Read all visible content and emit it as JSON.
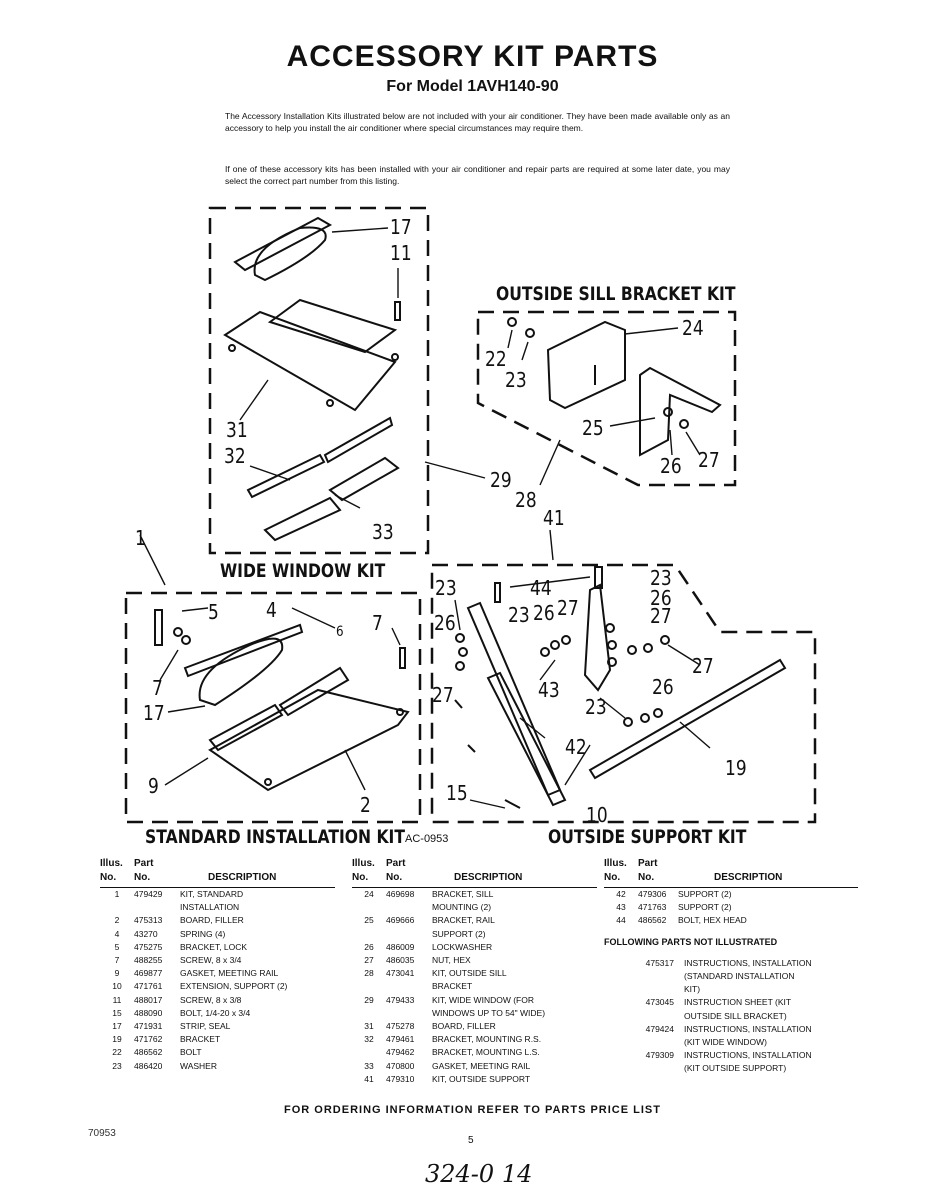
{
  "header": {
    "title": "ACCESSORY KIT PARTS",
    "subtitle": "For Model 1AVH140-90"
  },
  "intro": {
    "para1": "The Accessory Installation Kits illustrated below are not included with your air conditioner. They have been made available only as an accessory to help you install the air conditioner where special circumstances may require them.",
    "para2": "If one of these accessory kits has been installed with your air conditioner and repair parts are required at some later date, you may select the correct part number from this listing."
  },
  "diagram": {
    "labels": {
      "outside_sill": "OUTSIDE SILL BRACKET KIT",
      "wide_window": "WIDE WINDOW KIT",
      "standard": "STANDARD INSTALLATION KIT",
      "outside_support": "OUTSIDE SUPPORT KIT",
      "code": "AC-0953"
    },
    "callouts": [
      "17",
      "11",
      "31",
      "32",
      "33",
      "29",
      "28",
      "41",
      "1",
      "24",
      "22",
      "23",
      "25",
      "26",
      "27",
      "5",
      "4",
      "6",
      "7",
      "7",
      "17",
      "9",
      "2",
      "23",
      "44",
      "23",
      "26",
      "27",
      "26",
      "23",
      "26",
      "27",
      "27",
      "27",
      "26",
      "43",
      "23",
      "42",
      "15",
      "10",
      "19"
    ]
  },
  "columns": [
    {
      "headers": {
        "illus": "Illus.",
        "part": "Part",
        "no1": "No.",
        "no2": "No.",
        "desc": "DESCRIPTION"
      },
      "rows": [
        [
          "1",
          "479429",
          "KIT, STANDARD"
        ],
        [
          "",
          "",
          "INSTALLATION"
        ],
        [
          "2",
          "475313",
          "BOARD, FILLER"
        ],
        [
          "4",
          "43270",
          "SPRING (4)"
        ],
        [
          "5",
          "475275",
          "BRACKET, LOCK"
        ],
        [
          "7",
          "488255",
          "SCREW, 8 x 3/4"
        ],
        [
          "9",
          "469877",
          "GASKET, MEETING RAIL"
        ],
        [
          "10",
          "471761",
          "EXTENSION, SUPPORT (2)"
        ],
        [
          "11",
          "488017",
          "SCREW, 8 x 3/8"
        ],
        [
          "15",
          "488090",
          "BOLT, 1/4-20 x 3/4"
        ],
        [
          "17",
          "471931",
          "STRIP, SEAL"
        ],
        [
          "19",
          "471762",
          "BRACKET"
        ],
        [
          "22",
          "486562",
          "BOLT"
        ],
        [
          "23",
          "486420",
          "WASHER"
        ]
      ]
    },
    {
      "headers": {
        "illus": "Illus.",
        "part": "Part",
        "no1": "No.",
        "no2": "No.",
        "desc": "DESCRIPTION"
      },
      "rows": [
        [
          "24",
          "469698",
          "BRACKET, SILL"
        ],
        [
          "",
          "",
          "MOUNTING (2)"
        ],
        [
          "25",
          "469666",
          "BRACKET, RAIL"
        ],
        [
          "",
          "",
          "SUPPORT (2)"
        ],
        [
          "26",
          "486009",
          "LOCKWASHER"
        ],
        [
          "27",
          "486035",
          "NUT, HEX"
        ],
        [
          "28",
          "473041",
          "KIT, OUTSIDE SILL"
        ],
        [
          "",
          "",
          "BRACKET"
        ],
        [
          "29",
          "479433",
          "KIT, WIDE WINDOW (FOR"
        ],
        [
          "",
          "",
          "WINDOWS UP TO 54\" WIDE)"
        ],
        [
          "31",
          "475278",
          "BOARD, FILLER"
        ],
        [
          "32",
          "479461",
          "BRACKET, MOUNTING R.S."
        ],
        [
          "",
          "479462",
          "BRACKET, MOUNTING L.S."
        ],
        [
          "33",
          "470800",
          "GASKET, MEETING RAIL"
        ],
        [
          "41",
          "479310",
          "KIT, OUTSIDE SUPPORT"
        ]
      ]
    },
    {
      "headers": {
        "illus": "Illus.",
        "part": "Part",
        "no1": "No.",
        "no2": "No.",
        "desc": "DESCRIPTION"
      },
      "rows": [
        [
          "42",
          "479306",
          "SUPPORT (2)"
        ],
        [
          "43",
          "471763",
          "SUPPORT (2)"
        ],
        [
          "44",
          "486562",
          "BOLT, HEX HEAD"
        ]
      ],
      "not_illustrated_heading": "FOLLOWING PARTS NOT ILLUSTRATED",
      "not_illustrated": [
        [
          "475317",
          "INSTRUCTIONS, INSTALLATION"
        ],
        [
          "",
          "(STANDARD INSTALLATION"
        ],
        [
          "",
          "KIT)"
        ],
        [
          "473045",
          "INSTRUCTION SHEET (KIT"
        ],
        [
          "",
          "OUTSIDE SILL BRACKET)"
        ],
        [
          "479424",
          "INSTRUCTIONS, INSTALLATION"
        ],
        [
          "",
          "(KIT WIDE WINDOW)"
        ],
        [
          "479309",
          "INSTRUCTIONS, INSTALLATION"
        ],
        [
          "",
          "(KIT OUTSIDE SUPPORT)"
        ]
      ]
    }
  ],
  "footer": {
    "ordering": "FOR ORDERING INFORMATION REFER TO PARTS PRICE LIST",
    "page": "5",
    "doc_no": "70953",
    "handwritten": "324-0 14"
  }
}
